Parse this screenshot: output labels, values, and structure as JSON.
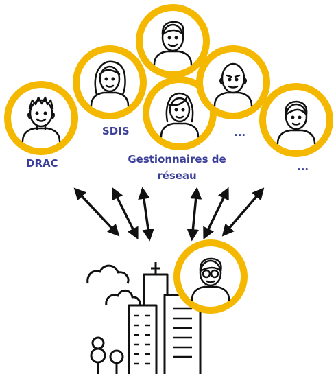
{
  "colors": {
    "ring": "#f5b800",
    "label": "#3b3f99",
    "line": "#111111"
  },
  "labels": {
    "drac": "DRAC",
    "sdis": "SDIS",
    "gestionnaires_line1": "Gestionnaires de",
    "gestionnaires_line2": "réseau",
    "ellipsis_1": "...",
    "ellipsis_2": "..."
  },
  "icons": [
    "person-boy-icon",
    "person-woman-long-hair-icon",
    "person-man-icon",
    "person-woman-icon",
    "person-bald-man-icon",
    "person-short-hair-icon",
    "person-glasses-icon",
    "city-buildings-icon",
    "trees-icon",
    "clouds-icon",
    "double-arrow-icon"
  ]
}
